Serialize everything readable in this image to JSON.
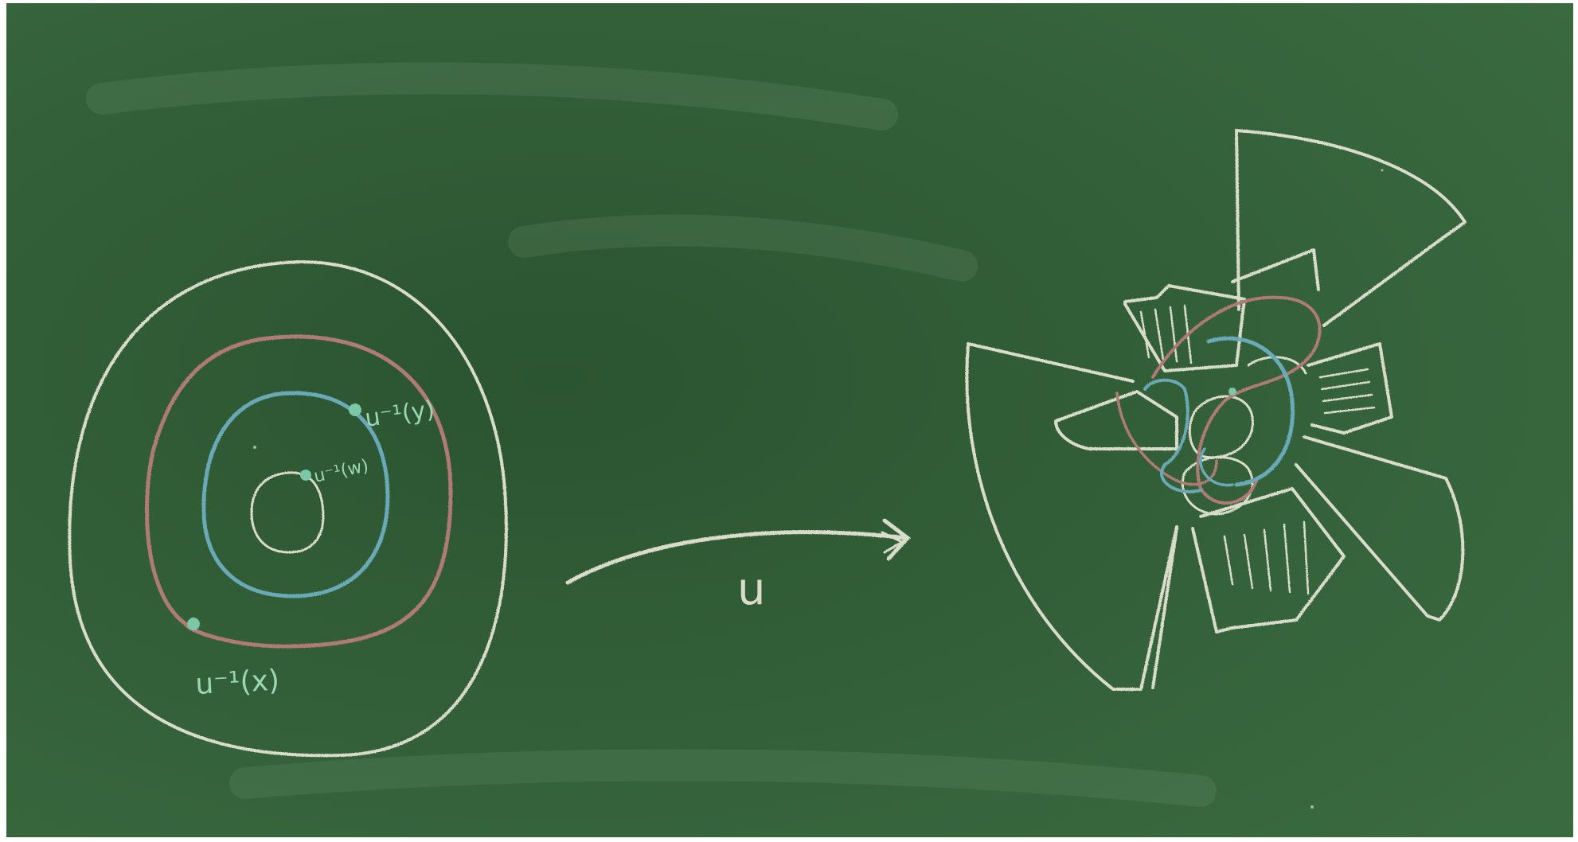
{
  "board": {
    "colors": {
      "board": "#2e5a32",
      "board_light": "#3f6e44",
      "chalk_white": "#d9dccb",
      "chalk_red": "#b07a74",
      "chalk_blue": "#6aa9b8",
      "chalk_green_dot": "#7cc7a8",
      "label_green": "#9ad7b5"
    }
  },
  "labels": {
    "point_y": "u⁻¹(y)",
    "point_w": "u⁻¹(w)",
    "point_x": "u⁻¹(x)",
    "map": "u"
  }
}
